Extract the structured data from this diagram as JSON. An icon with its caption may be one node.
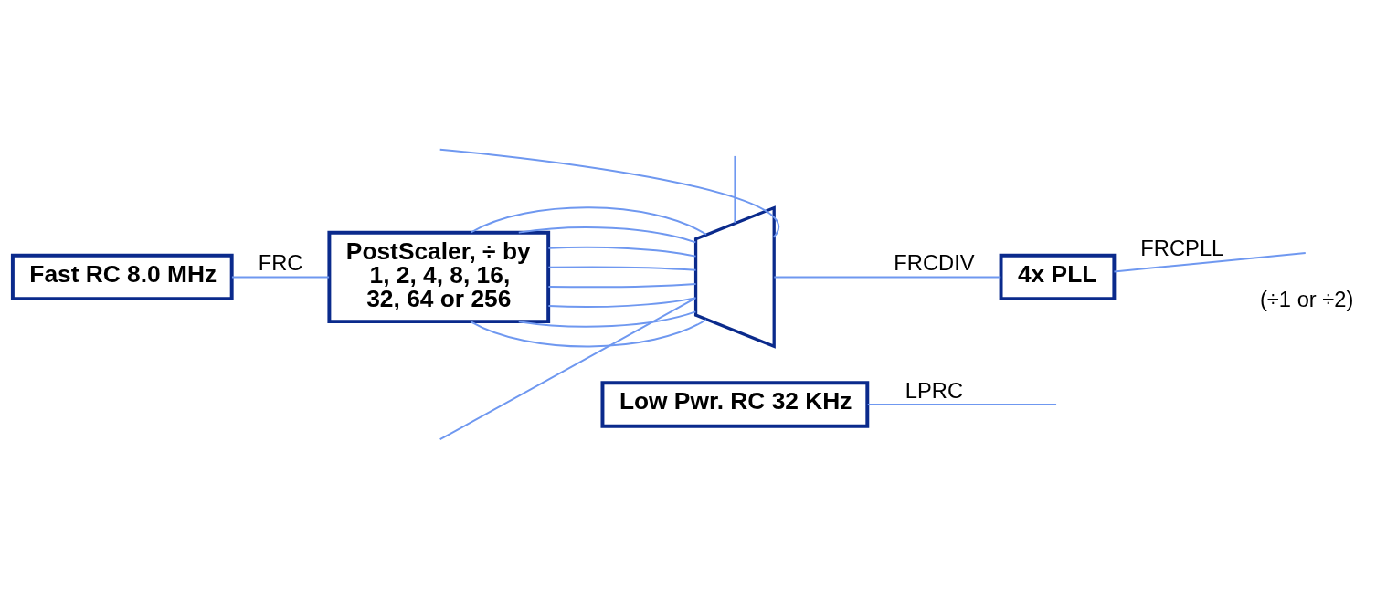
{
  "diagram": {
    "nodes": [
      {
        "text": [
          "Fast RC 8.0 MHz"
        ]
      },
      {
        "text": [
          "PostScaler, ÷ by 1, 2, 4, 8, 16, 32, 64 or 256"
        ]
      },
      {
        "text": [],
        "shape": "trapezoid"
      },
      {
        "text": [
          "4x PLL"
        ]
      },
      {
        "text": [
          "Low Pwr. RC 32 KHz"
        ]
      }
    ],
    "edges": [
      {
        "from": 0,
        "to": 1,
        "arrow": "none",
        "label": "FRC"
      },
      {
        "from": 1,
        "to": 2,
        "arrow": "none"
      },
      {
        "from": 1,
        "to": 2,
        "arrow": "none"
      },
      {
        "from": 1,
        "to": 2,
        "arrow": "none"
      },
      {
        "from": 1,
        "to": 2,
        "arrow": "none"
      },
      {
        "from": 1,
        "to": 2,
        "arrow": "none"
      },
      {
        "from": 1,
        "to": 2,
        "arrow": "none"
      },
      {
        "from": 1,
        "to": 2,
        "arrow": "none"
      },
      {
        "from": 1,
        "to": 2,
        "arrow": "none"
      },
      {
        "from": null,
        "to": 2,
        "arrow": "none"
      },
      {
        "from": null,
        "to": 2,
        "arrow": "none"
      },
      {
        "from": null,
        "to": 2,
        "arrow": "none"
      },
      {
        "from": 2,
        "to": 3,
        "arrow": "none",
        "label": "FRCDIV"
      },
      {
        "from": 3,
        "to": null,
        "arrow": "none",
        "label": "FRCPLL"
      },
      {
        "from": 4,
        "to": null,
        "arrow": "none",
        "label": "LPRC"
      }
    ],
    "labels": [
      "(÷1 or ÷2)"
    ]
  }
}
